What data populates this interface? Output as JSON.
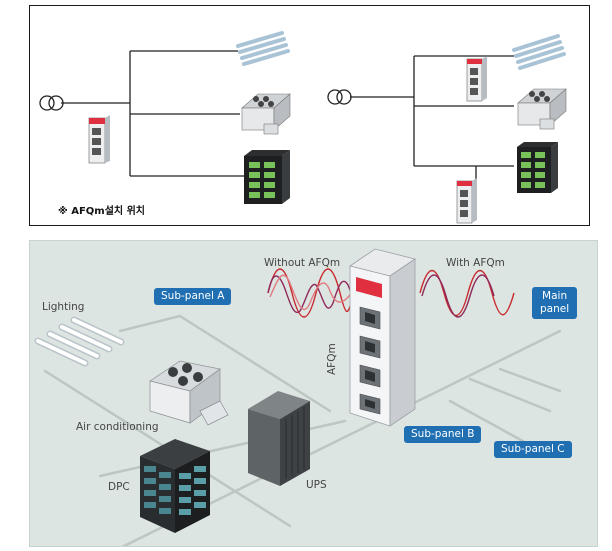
{
  "top": {
    "note": "※ AFQm설치 위치"
  },
  "bottom": {
    "without_label": "Without AFQm",
    "with_label": "With AFQm",
    "lighting_label": "Lighting",
    "air_label": "Air conditioning",
    "dpc_label": "DPC",
    "ups_label": "UPS",
    "afqm_label": "AFQm",
    "sub_a": "Sub-panel A",
    "sub_b": "Sub-panel B",
    "sub_c": "Sub-panel C",
    "main_line1": "Main",
    "main_line2": "panel"
  },
  "colors": {
    "badge": "#1f6fb2",
    "panel_bg": "#dde5e2",
    "cabinet_red": "#e03040",
    "rack_green": "#79c25a",
    "wave_red": "#c8282e"
  }
}
